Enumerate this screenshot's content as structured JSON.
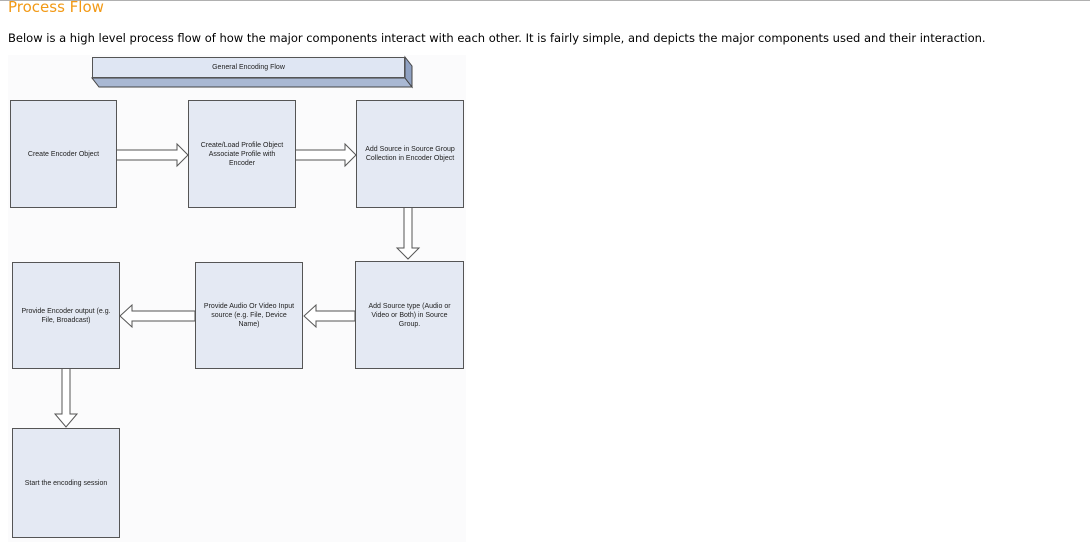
{
  "heading": "Process Flow",
  "description": "Below is a high level process flow of how the major components interact with each other. It is fairly simple, and depicts the major components used and their interaction.",
  "diagram": {
    "banner": "General Encoding Flow",
    "steps": [
      "Create Encoder Object",
      "Create/Load Profile Object Associate Profile with Encoder",
      "Add Source in Source Group Collection in Encoder Object",
      "Add Source type (Audio or Video or Both) in Source Group.",
      "Provide Audio Or Video Input source (e.g. File, Device Name)",
      "Provide Encoder output (e.g. File, Broadcast)",
      "Start the encoding session"
    ]
  },
  "colors": {
    "heading": "#f29a17",
    "box_fill": "#e4e9f3"
  }
}
